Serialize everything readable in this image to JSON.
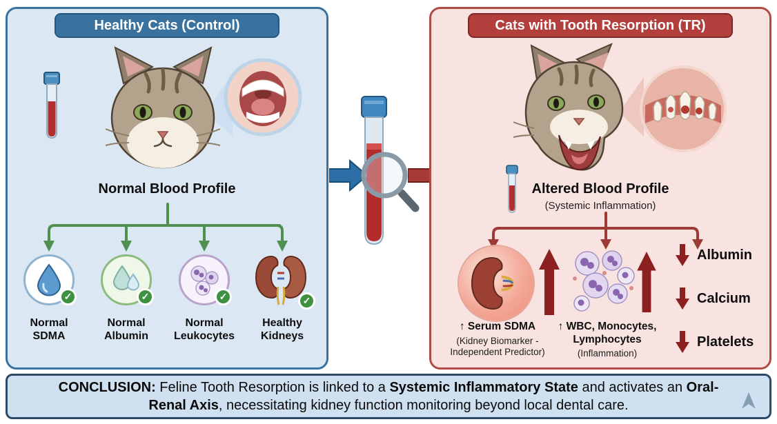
{
  "colors": {
    "left_header": "#39729f",
    "left_panel_bg": "#dbe8f4",
    "left_panel_border": "#39729f",
    "right_header": "#b23f3c",
    "right_panel_bg": "#f8e3e0",
    "right_panel_border": "#b24a45",
    "branch_green": "#4f8f4f",
    "branch_red": "#9e3a35",
    "arrow_dark_red": "#8c1f1f",
    "check_green": "#3f9142",
    "conclusion_bg": "#cfe1f0",
    "conclusion_border": "#2c4a68"
  },
  "icons": {
    "checkmark": "✓"
  },
  "left_panel": {
    "title": "Healthy Cats (Control)",
    "profile_label": "Normal Blood Profile",
    "items": [
      {
        "icon": "water-drop-icon",
        "line1": "Normal",
        "line2": "SDMA"
      },
      {
        "icon": "albumin-droplets-icon",
        "line1": "Normal",
        "line2": "Albumin"
      },
      {
        "icon": "leukocytes-icon",
        "line1": "Normal",
        "line2": "Leukocytes"
      },
      {
        "icon": "kidneys-icon",
        "line1": "Healthy",
        "line2": "Kidneys"
      }
    ]
  },
  "right_panel": {
    "title": "Cats with Tooth Resorption (TR)",
    "profile_label": "Altered Blood Profile",
    "profile_sub": "(Systemic Inflammation)",
    "finding_sdma": {
      "label": "↑ Serum SDMA",
      "sub_lines": [
        "(Kidney Biomarker -",
        "Independent Predictor)"
      ]
    },
    "finding_wbc": {
      "label_lines": [
        "↑ WBC, Monocytes,",
        "Lymphocytes"
      ],
      "sub": "(Inflammation)"
    },
    "decreases": [
      "Albumin",
      "Calcium",
      "Platelets"
    ]
  },
  "conclusion": {
    "label": "CONCLUSION:",
    "seg1": " Feline Tooth Resorption is linked to a ",
    "strong1": "Systemic Inflammatory State",
    "seg2": " and activates an ",
    "strong2": "Oral-Renal Axis",
    "seg3": ", necessitating kidney function monitoring beyond local dental care."
  }
}
